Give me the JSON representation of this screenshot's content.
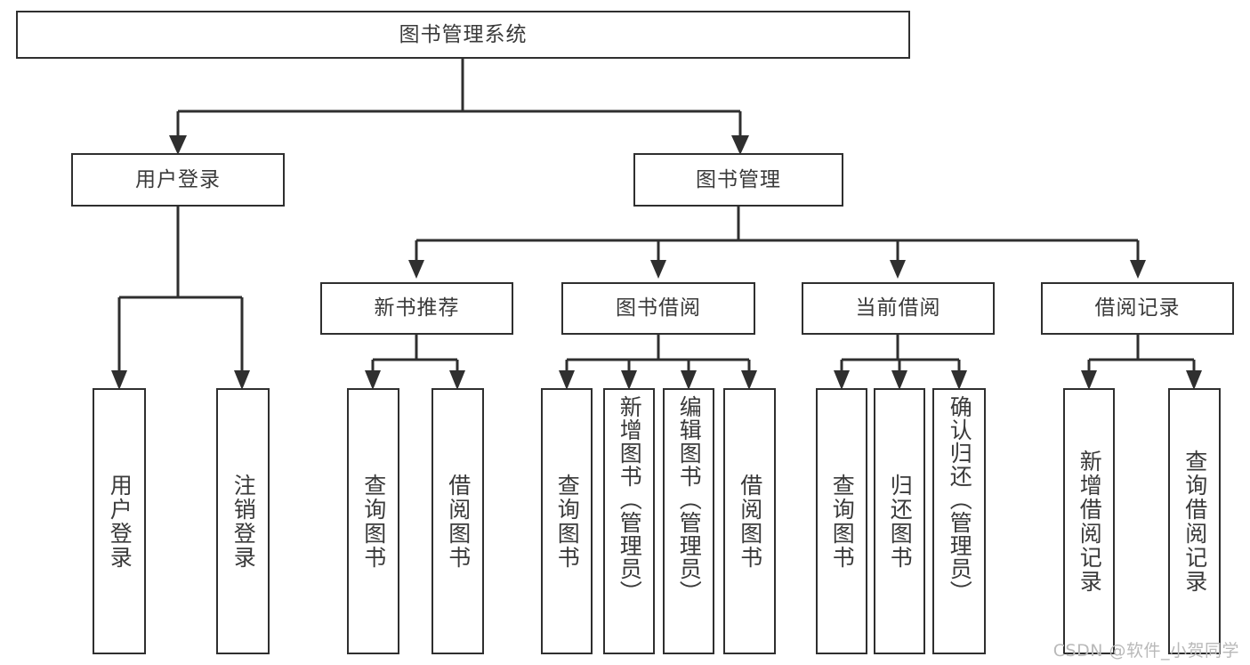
{
  "diagram": {
    "title": "图书管理系统",
    "watermark": "CSDN @软件_小贺同学",
    "colors": {
      "stroke": "#2f2f2f",
      "text": "#3a3a3a",
      "background": "#ffffff",
      "watermark": "#b9b9b9"
    },
    "root": {
      "label": "图书管理系统"
    },
    "level2": [
      {
        "label": "用户登录"
      },
      {
        "label": "图书管理"
      }
    ],
    "level3": [
      {
        "label": "新书推荐"
      },
      {
        "label": "图书借阅"
      },
      {
        "label": "当前借阅"
      },
      {
        "label": "借阅记录"
      }
    ],
    "leaves": {
      "user_login": [
        {
          "label": "用户登录"
        },
        {
          "label": "注销登录"
        }
      ],
      "new_book_recommend": [
        {
          "label": "查询图书"
        },
        {
          "label": "借阅图书"
        }
      ],
      "book_borrow": [
        {
          "label": "查询图书"
        },
        {
          "label": "新增图书（管理员）"
        },
        {
          "label": "编辑图书（管理员）"
        },
        {
          "label": "借阅图书"
        }
      ],
      "current_borrow": [
        {
          "label": "查询图书"
        },
        {
          "label": "归还图书"
        },
        {
          "label": "确认归还（管理员）"
        }
      ],
      "borrow_record": [
        {
          "label": "新增借阅记录"
        },
        {
          "label": "查询借阅记录"
        }
      ]
    }
  }
}
